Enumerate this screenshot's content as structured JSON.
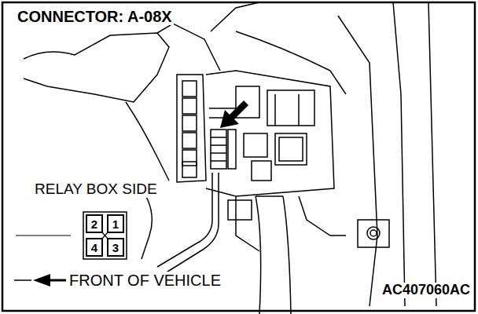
{
  "diagram": {
    "title": "CONNECTOR: A-08X",
    "nodes": [
      {
        "text": [
          "2"
        ]
      },
      {
        "text": [
          "1"
        ]
      },
      {
        "text": [
          "4"
        ]
      },
      {
        "text": [
          "3"
        ]
      }
    ],
    "labels": [
      "RELAY BOX SIDE",
      "FRONT OF VEHICLE",
      "AC407060AC"
    ]
  }
}
